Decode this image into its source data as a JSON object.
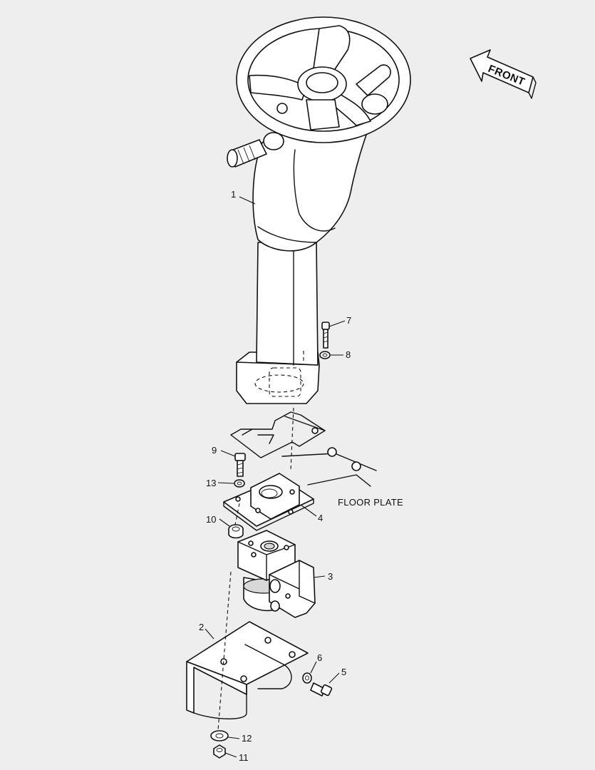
{
  "callouts": [
    {
      "id": "c1",
      "label": "1"
    },
    {
      "id": "c2",
      "label": "2"
    },
    {
      "id": "c3",
      "label": "3"
    },
    {
      "id": "c4",
      "label": "4"
    },
    {
      "id": "c5",
      "label": "5"
    },
    {
      "id": "c6",
      "label": "6"
    },
    {
      "id": "c7",
      "label": "7"
    },
    {
      "id": "c8",
      "label": "8"
    },
    {
      "id": "c9",
      "label": "9"
    },
    {
      "id": "c10",
      "label": "10"
    },
    {
      "id": "c11",
      "label": "11"
    },
    {
      "id": "c12",
      "label": "12"
    },
    {
      "id": "c13",
      "label": "13"
    }
  ],
  "labels": {
    "floor_plate": "FLOOR PLATE",
    "front_arrow": "FRONT"
  },
  "colors": {
    "background": "#eeeeee",
    "ink": "#111111",
    "part_fill": "#ffffff"
  }
}
